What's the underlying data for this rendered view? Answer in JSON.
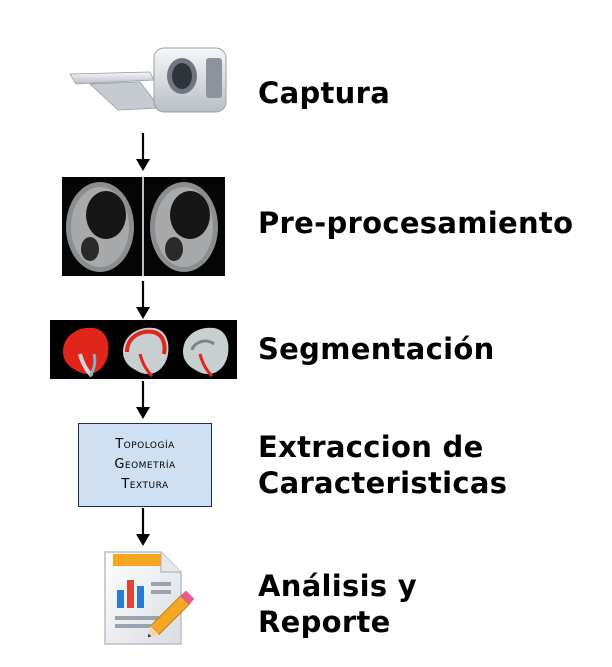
{
  "steps": [
    {
      "label": "Captura",
      "icon": "ct-scanner-icon"
    },
    {
      "label": "Pre-procesamiento",
      "icon": "brain-scan-image"
    },
    {
      "label": "Segmentación",
      "icon": "mri-segmentation-image"
    },
    {
      "label_line1": "Extraccion de",
      "label_line2": "Caracteristicas",
      "icon": "feature-box",
      "box_lines": [
        "Topología",
        "Geometría",
        "Textura"
      ]
    },
    {
      "label_line1": "Análisis y",
      "label_line2": "Reporte",
      "icon": "report-document-icon"
    }
  ],
  "colors": {
    "arrow": "#000000",
    "box_fill": "#cfe0f3",
    "box_border": "#1f2f4d",
    "segment_red": "#e0251b"
  }
}
